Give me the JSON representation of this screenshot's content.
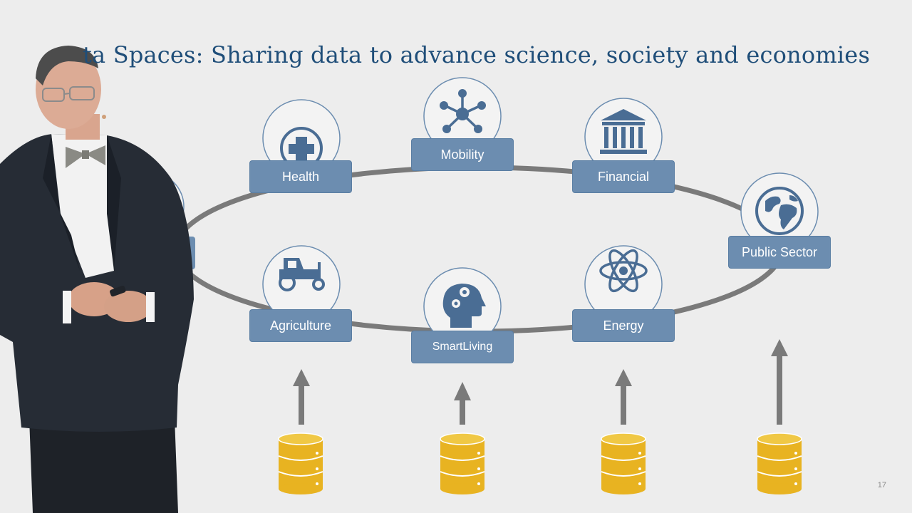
{
  "slide": {
    "title": "ta Spaces: Sharing data to advance science, society and economies",
    "page_number": "17",
    "nodes": [
      {
        "label": "Health",
        "icon": "health-cross-icon"
      },
      {
        "label": "Mobility",
        "icon": "network-icon"
      },
      {
        "label": "Financial",
        "icon": "bank-icon"
      },
      {
        "label": "Public Sector",
        "icon": "globe-icon"
      },
      {
        "label": "Energy",
        "icon": "atom-icon"
      },
      {
        "label": "SmartLiving",
        "icon": "head-gears-icon"
      },
      {
        "label": "Agriculture",
        "icon": "tractor-icon"
      }
    ],
    "data_sources": [
      {
        "icon": "database-icon"
      },
      {
        "icon": "database-icon"
      },
      {
        "icon": "database-icon"
      },
      {
        "icon": "database-icon"
      }
    ],
    "colors": {
      "title": "#1f4e79",
      "node_fill": "#6c8db0",
      "icon_stroke": "#4a6d94",
      "ring": "#7a7a7a",
      "database": "#e8b321",
      "arrow": "#7a7a7a"
    }
  },
  "presenter": {
    "icon": "presenter-figure"
  }
}
